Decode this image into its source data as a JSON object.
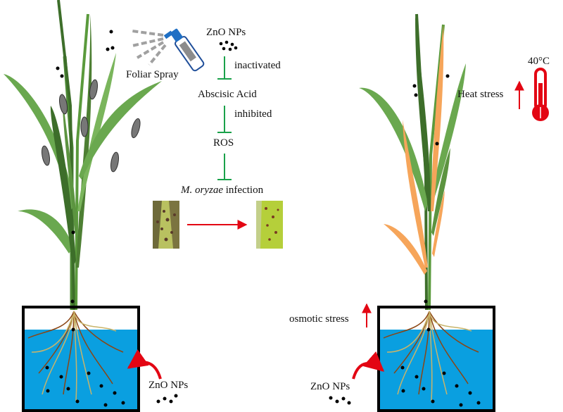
{
  "left_panel": {
    "spray_label": "Foliar Spray",
    "np_label_top": "ZnO NPs",
    "steps": [
      {
        "arrow_label": "inactivated",
        "target": "Abscisic Acid"
      },
      {
        "arrow_label": "inhibited",
        "target": "ROS"
      },
      {
        "arrow_label": "",
        "target_italic": "M. oryzae",
        "target_rest": " infection"
      }
    ],
    "np_label_soil": "ZnO NPs"
  },
  "right_panel": {
    "heat_label": "Heat stress",
    "temperature": "40°C",
    "osmotic_label": "osmotic stress",
    "np_label_soil": "ZnO NPs"
  },
  "colors": {
    "water": "#0a9fe0",
    "inhibit_green": "#1aa14a",
    "arrow_red": "#e30613",
    "leaf_green": "#6aa84f",
    "leaf_dark": "#3d6e2a",
    "leaf_orange": "#f6a55a",
    "root": "#8b4513",
    "root_light": "#c8b46a"
  }
}
